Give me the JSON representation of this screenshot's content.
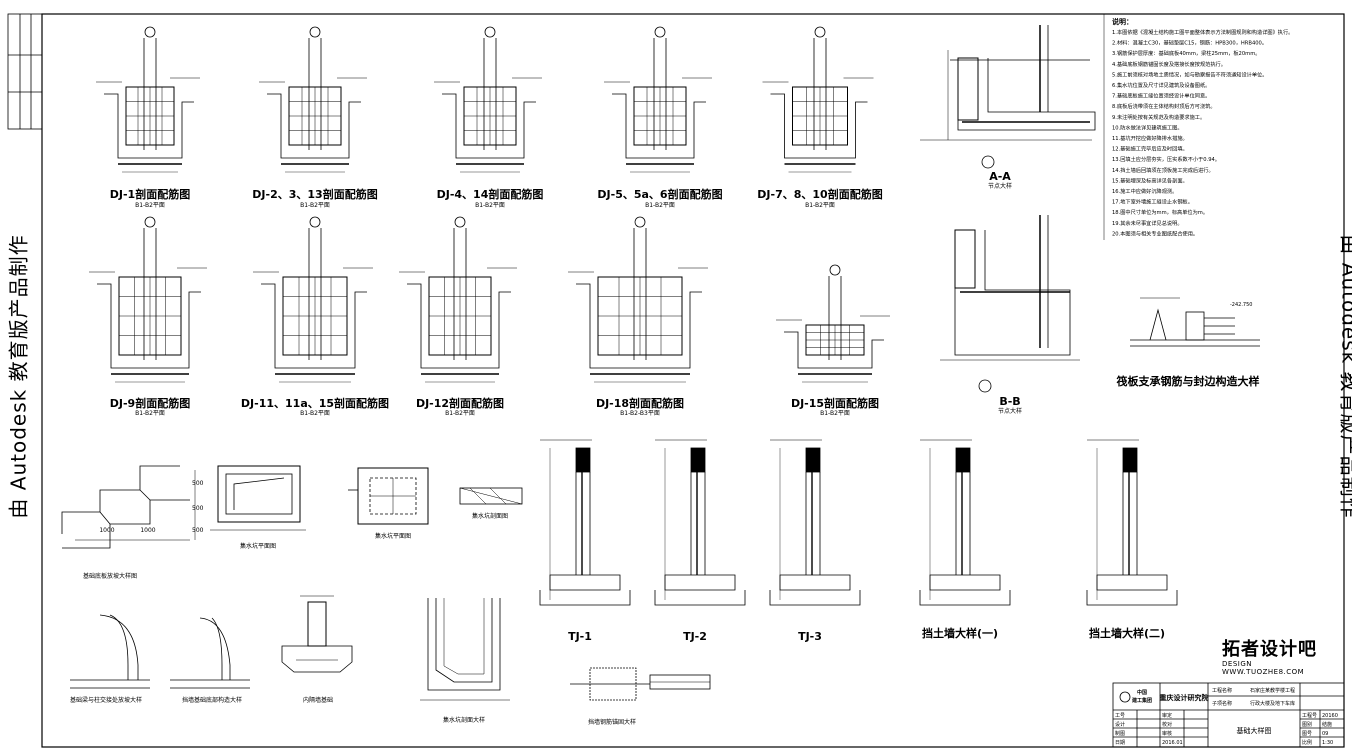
{
  "watermark": {
    "left": "由 Autodesk 教育版产品制作",
    "right": "由 Autodesk 教育版产品制作"
  },
  "logo": {
    "main": "拓者设计吧",
    "sub": "DESIGN WWW.TUOZHE8.COM"
  },
  "row1": [
    {
      "title": "DJ-1剖面配筋图",
      "sub": "B1-B2平面"
    },
    {
      "title": "DJ-2、3、13剖面配筋图",
      "sub": "B1-B2平面"
    },
    {
      "title": "DJ-4、14剖面配筋图",
      "sub": "B1-B2平面"
    },
    {
      "title": "DJ-5、5a、6剖面配筋图",
      "sub": "B1-B2平面"
    },
    {
      "title": "DJ-7、8、10剖面配筋图",
      "sub": "B1-B2平面"
    }
  ],
  "row2": [
    {
      "title": "DJ-9剖面配筋图",
      "sub": "B1-B2平面"
    },
    {
      "title": "DJ-11、11a、15剖面配筋图",
      "sub": "B1-B2平面"
    },
    {
      "title": "DJ-12剖面配筋图",
      "sub": "B1-B2平面"
    },
    {
      "title": "DJ-18剖面配筋图",
      "sub": "B1-B2-B3平面"
    },
    {
      "title": "DJ-15剖面配筋图",
      "sub": "B1-B2平面"
    }
  ],
  "sections": {
    "aa": "A-A",
    "bb": "B-B",
    "aa_sub": "节点大样",
    "bb_sub": "节点大样"
  },
  "detail_right": "筏板支承钢筋与封边构造大样",
  "detail_right_level": "-242.750",
  "row3": {
    "stair_dims": [
      "1000",
      "1000",
      "500",
      "500",
      "500"
    ],
    "stair_label": "基础底板放坡大样图",
    "plan1_label": "集水坑平面图",
    "plan2_label": "集水坑平面图",
    "plan3_label": "集水坑剖面图"
  },
  "tj": [
    "TJ-1",
    "TJ-2",
    "TJ-3"
  ],
  "retaining": [
    "挡土墙大样(一)",
    "挡土墙大样(二)"
  ],
  "row4": {
    "label1": "基础梁与柱交接处放坡大样",
    "label2": "挡墙基础底部构造大样",
    "label3": "内隔墙基础",
    "label4": "集水坑剖面大样",
    "label5": "挡墙钢筋锚固大样"
  },
  "notes": {
    "heading": "说明：",
    "lines": [
      "1.本图依据《混凝土结构施工图平面整体表示方法制图规则和构造详图》执行。",
      "2.材料：混凝土C30，基础垫层C15，钢筋：HPB300，HRB400。",
      "3.钢筋保护层厚度：基础底板40mm，梁柱25mm，板20mm。",
      "4.基础底板钢筋锚固长度及搭接长度按规范执行。",
      "5.施工前须核对场地土质情况，如与勘察报告不符须通知设计单位。",
      "6.集水坑位置及尺寸详见建筑及设备图纸。",
      "7.基础底板施工缝位置须经设计单位同意。",
      "8.底板后浇带须在主体结构封顶后方可浇筑。",
      "9.未注明处按有关规范及构造要求施工。",
      "10.防水做法详见建筑施工图。",
      "11.基坑开挖应做好降排水措施。",
      "12.基础施工完毕后应及时回填。",
      "13.回填土应分层夯实，压实系数不小于0.94。",
      "14.挡土墙后回填须在顶板施工完成后进行。",
      "15.基础埋深及标高详见各剖面。",
      "16.施工中应做好沉降观测。",
      "17.地下室外墙施工缝设止水钢板。",
      "18.图中尺寸单位为mm，标高单位为m。",
      "19.其余未尽事宜详见总说明。",
      "20.本图须与相关专业图纸配合使用。"
    ]
  },
  "titleblock": {
    "org1": "中国",
    "org2": "建工集团",
    "company": "重庆设计研究院",
    "project_label": "工程名称",
    "project": "石家庄某教学楼工程",
    "sub_project_label": "子项名称",
    "sub_project": "行政大楼及地下车库",
    "drawing_title": "基础大样图",
    "rows": [
      [
        "工号",
        "审定"
      ],
      [
        "设计",
        "校对"
      ],
      [
        "制图",
        "审核"
      ],
      [
        "日期",
        "2016.01"
      ]
    ],
    "right": [
      [
        "工程号",
        "20160"
      ],
      [
        "图别",
        "结施"
      ],
      [
        "图号",
        "09"
      ],
      [
        "比例",
        "1:30"
      ]
    ]
  }
}
